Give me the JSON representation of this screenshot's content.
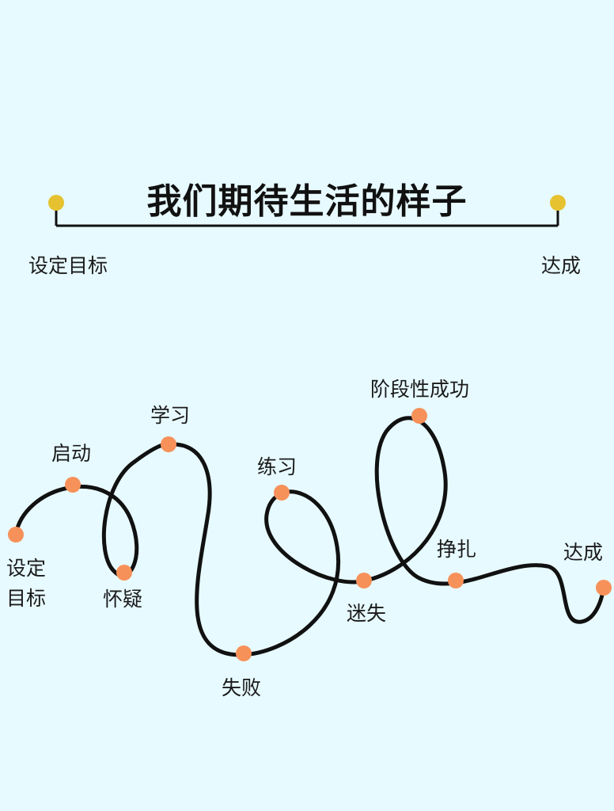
{
  "title": "我们期待生活的样子",
  "ideal": {
    "start_label": "设定目标",
    "end_label": "达成"
  },
  "reality": {
    "stages": {
      "set_goal_line1": "设定",
      "set_goal_line2": "目标",
      "start": "启动",
      "doubt": "怀疑",
      "learn": "学习",
      "fail": "失败",
      "practice": "练习",
      "lost": "迷失",
      "stage_success": "阶段性成功",
      "struggle": "挣扎",
      "achieve": "达成"
    }
  },
  "colors": {
    "background": "#e7faff",
    "line": "#111111",
    "ideal_dot": "#e6c230",
    "path_dot": "#f7915a"
  }
}
